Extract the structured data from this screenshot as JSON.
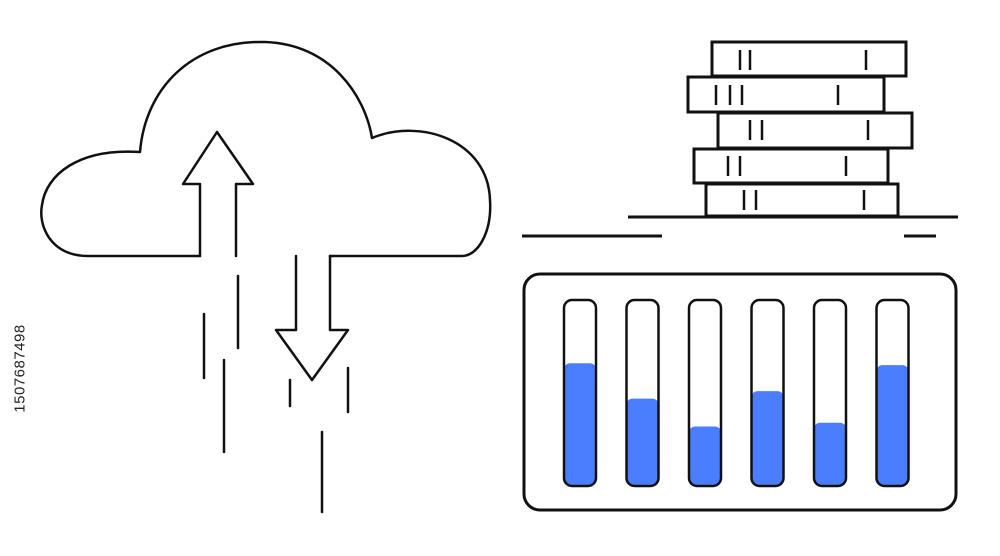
{
  "watermark": {
    "stock_id": "1507687498"
  },
  "meters": {
    "levels": [
      0.66,
      0.47,
      0.32,
      0.51,
      0.34,
      0.65
    ]
  },
  "colors": {
    "stroke": "#111111",
    "meter_fill": "#4a7dff",
    "background": "#ffffff"
  }
}
